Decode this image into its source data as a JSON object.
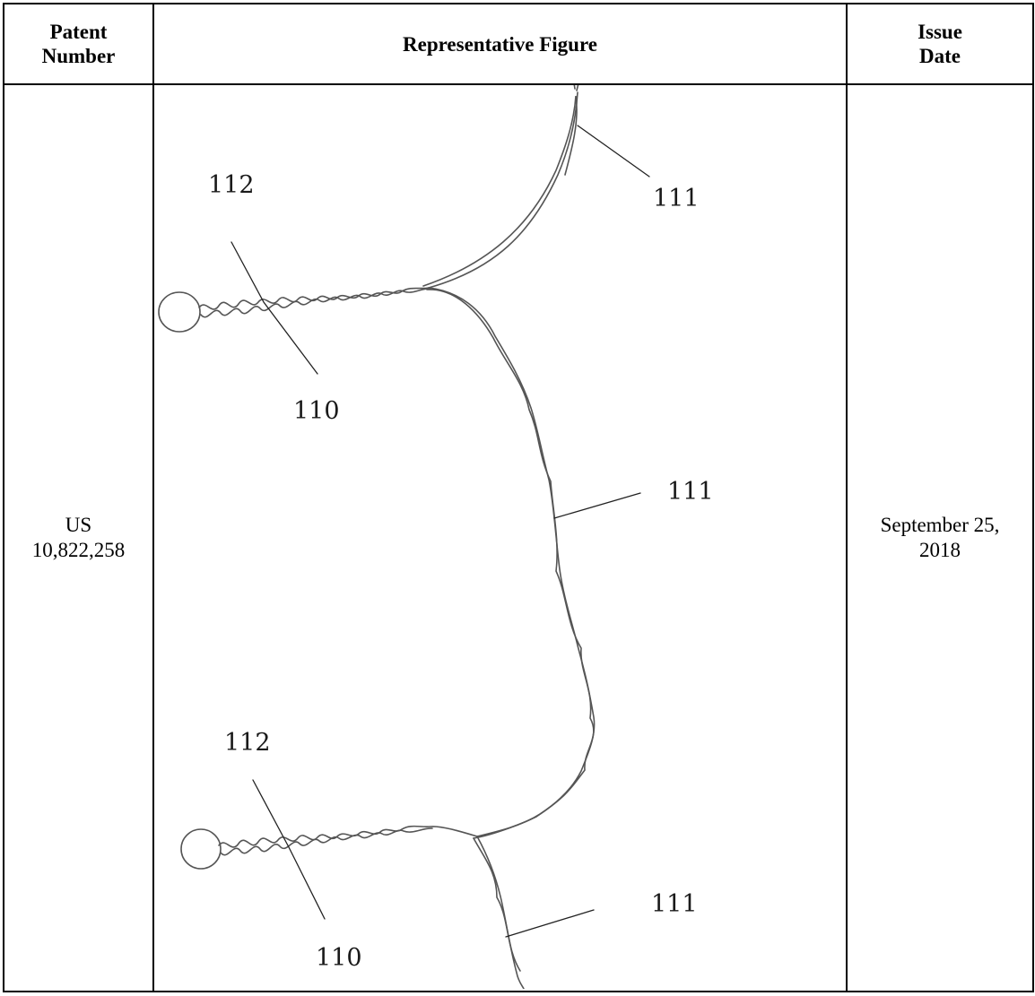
{
  "table": {
    "headers": {
      "patent_number": [
        "Patent",
        "Number"
      ],
      "representative_figure": "Representative Figure",
      "issue_date": [
        "Issue",
        "Date"
      ]
    },
    "rows": [
      {
        "patent_number": [
          "US",
          "10,822,258"
        ],
        "issue_date": [
          "September 25,",
          "2018"
        ],
        "figure": {
          "reference_labels": {
            "top_112": "112",
            "top_110": "110",
            "top_right_111": "111",
            "middle_111": "111",
            "bottom_112": "112",
            "bottom_110": "110",
            "bottom_right_111": "111"
          }
        }
      }
    ]
  },
  "colors": {
    "border": "#000000",
    "line_drawing": "#555555"
  }
}
